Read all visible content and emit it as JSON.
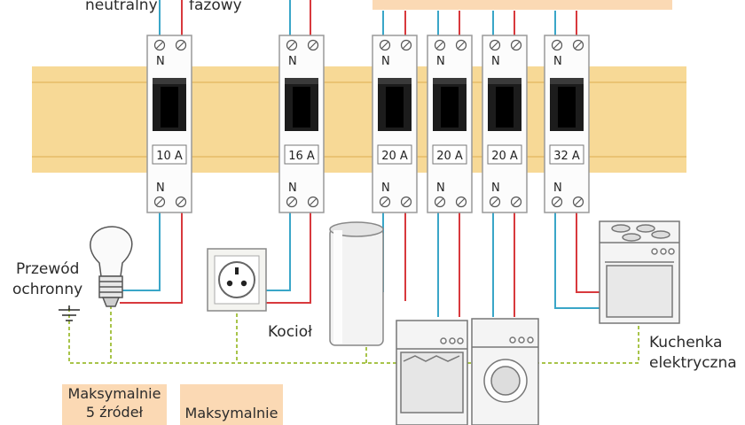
{
  "wire_labels": {
    "neutral": "neutralny",
    "phase": "fazowy"
  },
  "breakers": [
    {
      "top_terminal": "N",
      "bottom_terminal": "N",
      "rating": "10 A"
    },
    {
      "top_terminal": "N",
      "bottom_terminal": "N",
      "rating": "16 A"
    },
    {
      "top_terminal": "N",
      "bottom_terminal": "N",
      "rating": "20 A"
    },
    {
      "top_terminal": "N",
      "bottom_terminal": "N",
      "rating": "20 A"
    },
    {
      "top_terminal": "N",
      "bottom_terminal": "N",
      "rating": "20 A"
    },
    {
      "top_terminal": "N",
      "bottom_terminal": "N",
      "rating": "32 A"
    }
  ],
  "labels": {
    "protective_wire_line1": "Przewód",
    "protective_wire_line2": "ochronny",
    "boiler": "Kocioł",
    "stove_line1": "Kuchenka",
    "stove_line2": "elektryczna"
  },
  "notes": {
    "lighting_line1": "Maksymalnie",
    "lighting_line2": "5 źródeł",
    "sockets_line1": "Maksymalnie"
  },
  "colors": {
    "din_rail": "#f7d996",
    "neutral_wire": "#3aa6c8",
    "phase_wire": "#d8393d",
    "protective_wire": "#a8c44a",
    "note_box": "#fbd9b4"
  }
}
